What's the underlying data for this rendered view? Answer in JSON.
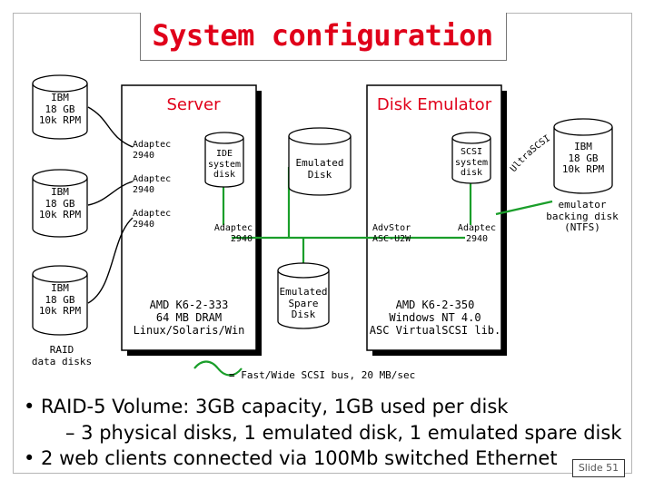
{
  "title": "System configuration",
  "raid_disks": [
    {
      "lines": [
        "IBM",
        "18 GB",
        "10k RPM"
      ]
    },
    {
      "lines": [
        "IBM",
        "18 GB",
        "10k RPM"
      ]
    },
    {
      "lines": [
        "IBM",
        "18 GB",
        "10k RPM"
      ]
    }
  ],
  "raid_label": [
    "RAID",
    "data disks"
  ],
  "server": {
    "title": "Server",
    "adapters": [
      "Adaptec 2940",
      "Adaptec 2940",
      "Adaptec 2940"
    ],
    "ide_disk": [
      "IDE",
      "system",
      "disk"
    ],
    "bus_adapter": "Adaptec 2940",
    "spec": [
      "AMD K6-2-333",
      "64 MB DRAM",
      "Linux/Solaris/Win"
    ]
  },
  "emulator": {
    "title": "Disk Emulator",
    "emulated_disk": [
      "Emulated",
      "Disk"
    ],
    "scsi_disk": [
      "SCSI",
      "system",
      "disk"
    ],
    "advstor": [
      "AdvStor",
      "ASC-U2W"
    ],
    "adaptec": [
      "Adaptec",
      "2940"
    ],
    "spec": [
      "AMD K6-2-350",
      "Windows NT 4.0",
      "ASC VirtualSCSI lib."
    ]
  },
  "spare_disk": [
    "Emulated",
    "Spare",
    "Disk"
  ],
  "backing_disk": {
    "lines": [
      "IBM",
      "18 GB",
      "10k RPM"
    ],
    "label": [
      "emulator",
      "backing disk",
      "(NTFS)"
    ]
  },
  "ultra_scsi": "UltraSCSI",
  "legend": "= Fast/Wide SCSI bus, 20 MB/sec",
  "bullets": [
    "• RAID-5 Volume: 3GB capacity, 1GB used per disk",
    "– 3 physical disks, 1 emulated disk, 1 emulated spare disk",
    "• 2 web clients connected via 100Mb switched Ethernet"
  ],
  "slide_number": "Slide 51",
  "colors": {
    "title": "#e0001a",
    "bus": "#1a9e2a",
    "line": "#000000"
  }
}
